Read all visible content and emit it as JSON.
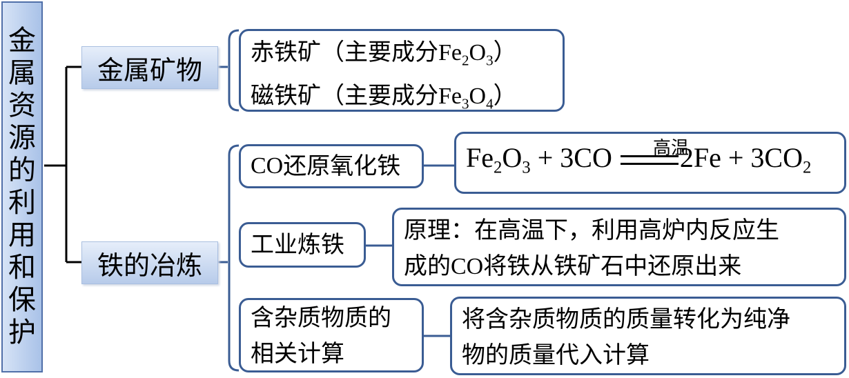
{
  "root": {
    "chars": [
      "金",
      "属",
      "资",
      "源",
      "的",
      "利",
      "用",
      "和",
      "保",
      "护"
    ]
  },
  "categories": {
    "minerals": "金属矿物",
    "smelting": "铁的冶炼"
  },
  "minerals": {
    "line1": {
      "name": "赤铁矿",
      "open": "（主要成分",
      "formula": [
        "Fe",
        "2",
        "O",
        "3"
      ],
      "close": "）"
    },
    "line2": {
      "name": "磁铁矿",
      "open": "（主要成分",
      "formula": [
        "Fe",
        "3",
        "O",
        "4"
      ],
      "close": "）"
    }
  },
  "smelting": {
    "co": {
      "label_pre": "CO",
      "label_post": "还原氧化铁",
      "equation": {
        "lhs_fe": "Fe",
        "lhs_s1": "2",
        "lhs_o": "O",
        "lhs_s2": "3",
        "plus1": " + 3CO ",
        "condition": "高温",
        "rhs": "2Fe + 3CO",
        "rhs_s": "2"
      }
    },
    "industry": {
      "label": "工业炼铁",
      "text_line1": "原理：在高温下，利用高炉内反应生",
      "text_line2_pre": "成的",
      "text_line2_co": "CO",
      "text_line2_post": "将铁从铁矿石中还原出来"
    },
    "impurity": {
      "label_line1": "含杂质物质的",
      "label_line2": "相关计算",
      "text_line1": "将含杂质物质的质量转化为纯净",
      "text_line2": "物的质量代入计算"
    }
  }
}
